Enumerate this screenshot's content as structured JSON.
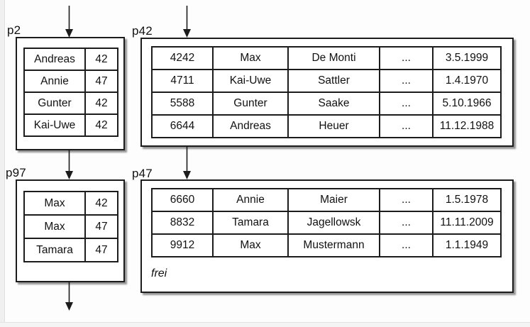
{
  "diagram": {
    "type": "database-index-pages",
    "colors": {
      "line": "#1c1c1c",
      "box_fill": "#ffffff",
      "canvas": "#fdfdfd",
      "shadow": "rgba(0,0,0,0.42)"
    },
    "pages": {
      "p2": {
        "label": "p2",
        "rows": [
          [
            "Andreas",
            "42"
          ],
          [
            "Annie",
            "47"
          ],
          [
            "Gunter",
            "42"
          ],
          [
            "Kai-Uwe",
            "42"
          ]
        ]
      },
      "p42": {
        "label": "p42",
        "rows": [
          [
            "4242",
            "Max",
            "De Monti",
            "...",
            "3.5.1999"
          ],
          [
            "4711",
            "Kai-Uwe",
            "Sattler",
            "...",
            "1.4.1970"
          ],
          [
            "5588",
            "Gunter",
            "Saake",
            "...",
            "5.10.1966"
          ],
          [
            "6644",
            "Andreas",
            "Heuer",
            "...",
            "11.12.1988"
          ]
        ]
      },
      "p97": {
        "label": "p97",
        "rows": [
          [
            "Max",
            "42"
          ],
          [
            "Max",
            "47"
          ],
          [
            "Tamara",
            "47"
          ]
        ]
      },
      "p47": {
        "label": "p47",
        "rows": [
          [
            "6660",
            "Annie",
            "Maier",
            "...",
            "1.5.1978"
          ],
          [
            "8832",
            "Tamara",
            "Jagellowsk",
            "...",
            "11.11.2009"
          ],
          [
            "9912",
            "Max",
            "Mustermann",
            "...",
            "1.1.1949"
          ]
        ],
        "free_label": "frei"
      }
    },
    "arrows": [
      "into-p2",
      "into-p42",
      "p2-to-p97",
      "p42-to-p47",
      "out-of-p97"
    ]
  }
}
